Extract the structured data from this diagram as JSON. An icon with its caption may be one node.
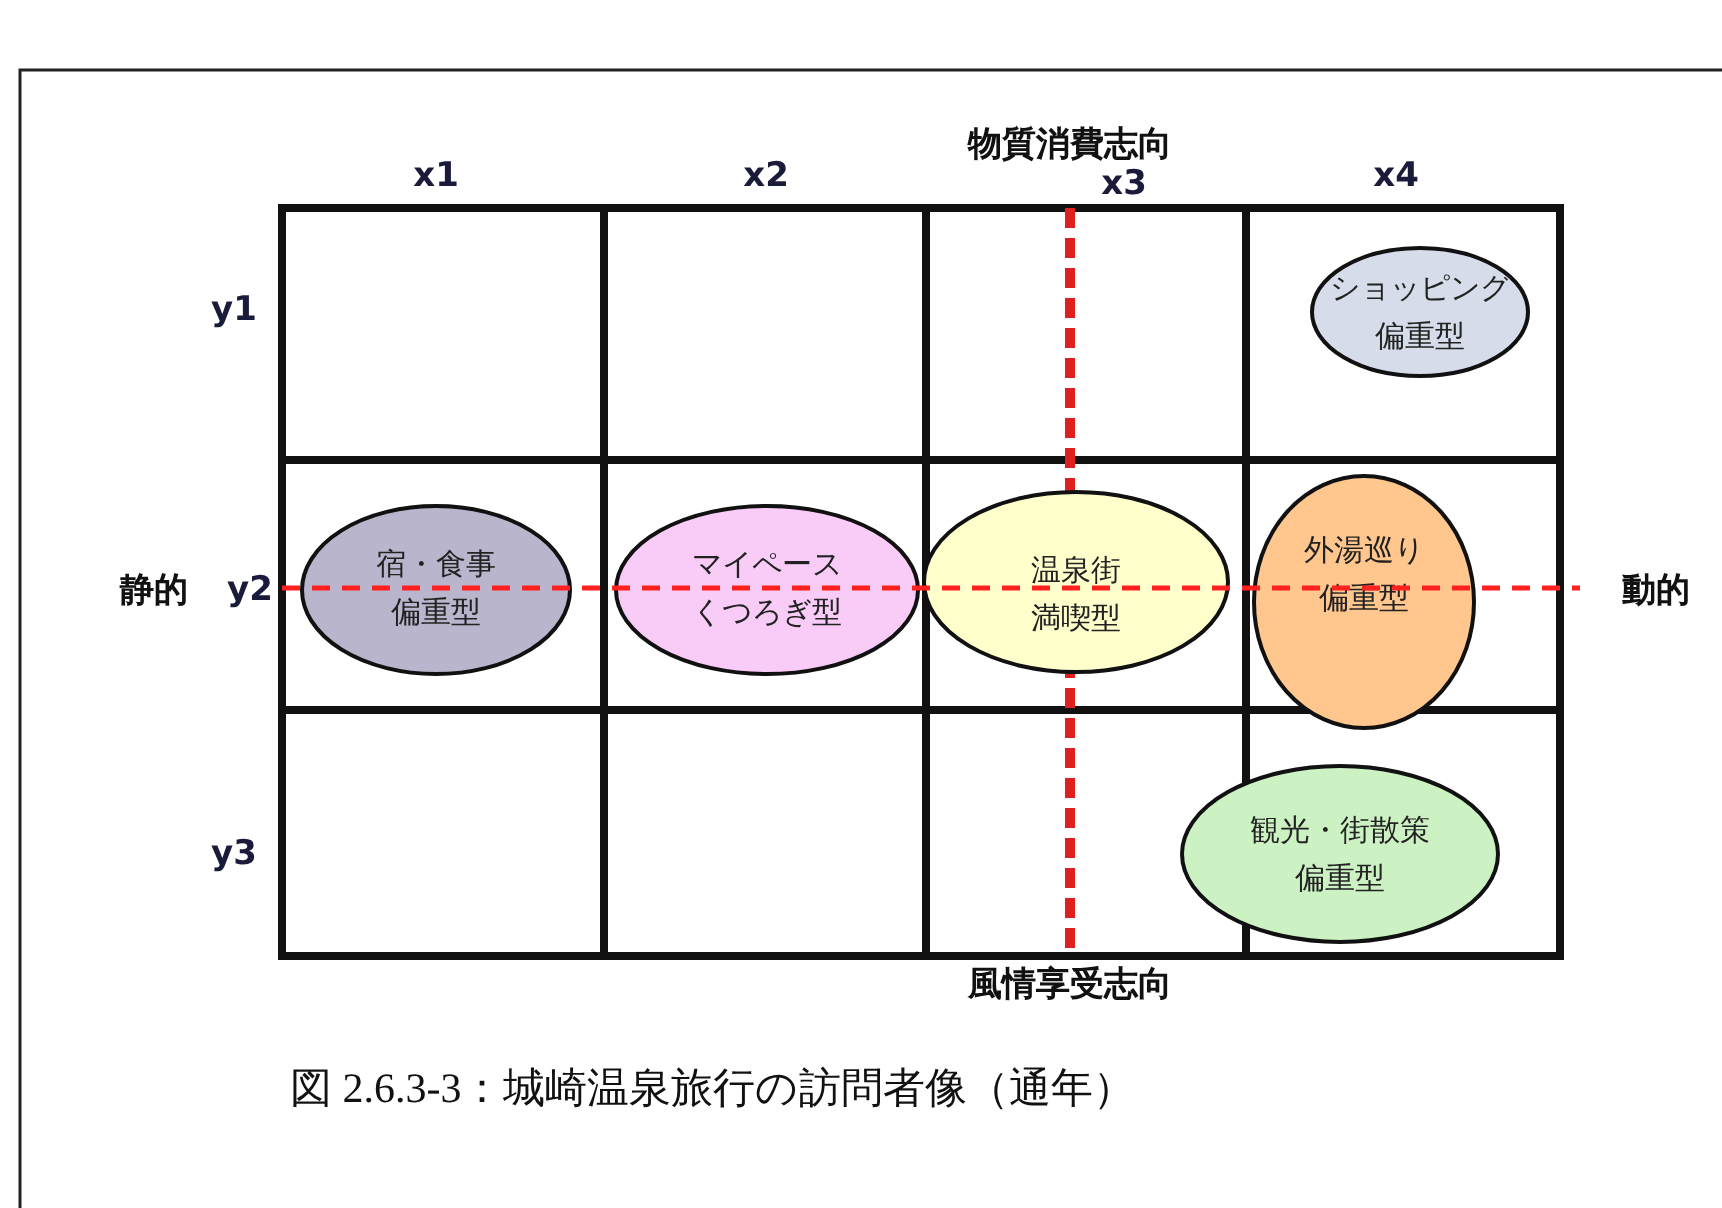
{
  "diagram": {
    "caption": "図 2.6.3-3：城崎温泉旅行の訪問者像（通年）",
    "nodes": [
      {
        "text": [
          "ショッピング偏重型"
        ]
      },
      {
        "text": [
          "宿・食事偏重型"
        ]
      },
      {
        "text": [
          "マイペースくつろぎ型"
        ]
      },
      {
        "text": [
          "温泉街満喫型"
        ]
      },
      {
        "text": [
          "外湯巡り偏重型"
        ]
      },
      {
        "text": [
          "観光・街散策偏重型"
        ]
      }
    ],
    "labels": [
      "物質消費志向",
      "x1",
      "x2",
      "x3",
      "x4",
      "y1",
      "静的",
      "y2",
      "動的",
      "y3",
      "風情享受志向"
    ]
  }
}
